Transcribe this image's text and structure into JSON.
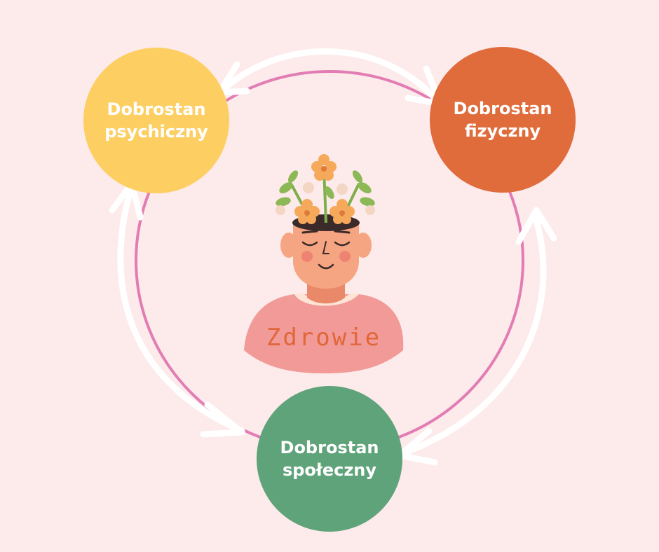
{
  "colors": {
    "background": "#fdeaea",
    "ring": "#e27db4",
    "arrows": "#ffffff",
    "psychological": "#fdcf63",
    "physical": "#e06b3b",
    "social": "#5fa37a",
    "center_text": "#e0673a",
    "shirt": "#f19a97",
    "skin": "#f6a582"
  },
  "center": {
    "label": "Zdrowie"
  },
  "nodes": [
    {
      "id": "psychological",
      "line1": "Dobrostan",
      "line2": "psychiczny"
    },
    {
      "id": "physical",
      "line1": "Dobrostan",
      "line2": "fizyczny"
    },
    {
      "id": "social",
      "line1": "Dobrostan",
      "line2": "społeczny"
    }
  ],
  "illustration": {
    "icon": "person-with-flowers-icon"
  },
  "arrows": [
    {
      "name": "arrow-psych-to-phys",
      "icon": "double-headed-arrow"
    },
    {
      "name": "arrow-phys-to-social",
      "icon": "double-headed-arrow"
    },
    {
      "name": "arrow-social-to-psych",
      "icon": "double-headed-arrow"
    }
  ]
}
